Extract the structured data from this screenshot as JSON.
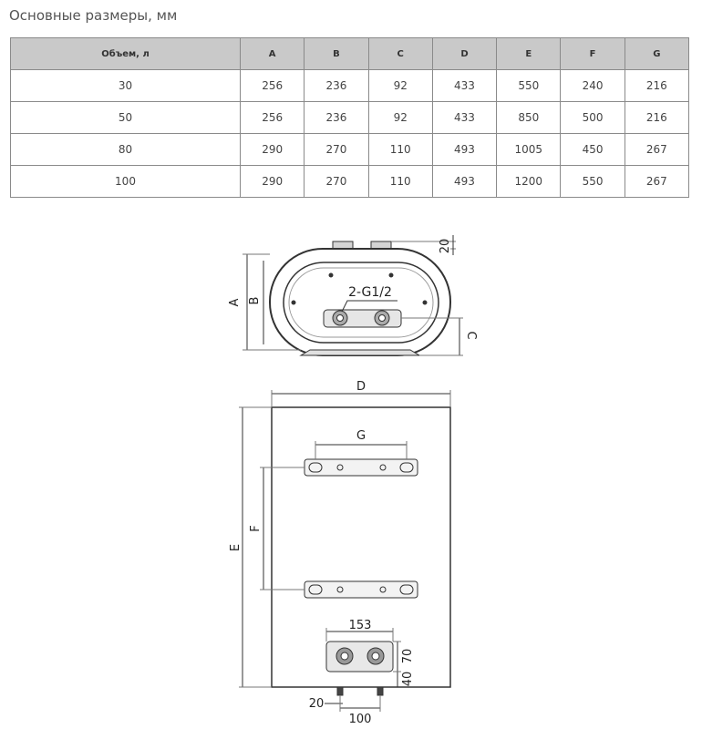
{
  "title": "Основные размеры, мм",
  "table": {
    "headers": [
      "Объем, л",
      "A",
      "B",
      "C",
      "D",
      "E",
      "F",
      "G"
    ],
    "rows": [
      [
        "30",
        "256",
        "236",
        "92",
        "433",
        "550",
        "240",
        "216"
      ],
      [
        "50",
        "256",
        "236",
        "92",
        "433",
        "850",
        "500",
        "216"
      ],
      [
        "80",
        "290",
        "270",
        "110",
        "493",
        "1005",
        "450",
        "267"
      ],
      [
        "100",
        "290",
        "270",
        "110",
        "493",
        "1200",
        "550",
        "267"
      ]
    ]
  },
  "drawing": {
    "top_view": {
      "label_a": "A",
      "label_b": "B",
      "label_c": "C",
      "dim_20": "20",
      "pipe_label": "2-G1/2"
    },
    "front_view": {
      "label_d": "D",
      "label_e": "E",
      "label_f": "F",
      "label_g": "G",
      "dim_153": "153",
      "dim_70": "70",
      "dim_40": "40",
      "dim_20": "20",
      "dim_100": "100"
    }
  }
}
